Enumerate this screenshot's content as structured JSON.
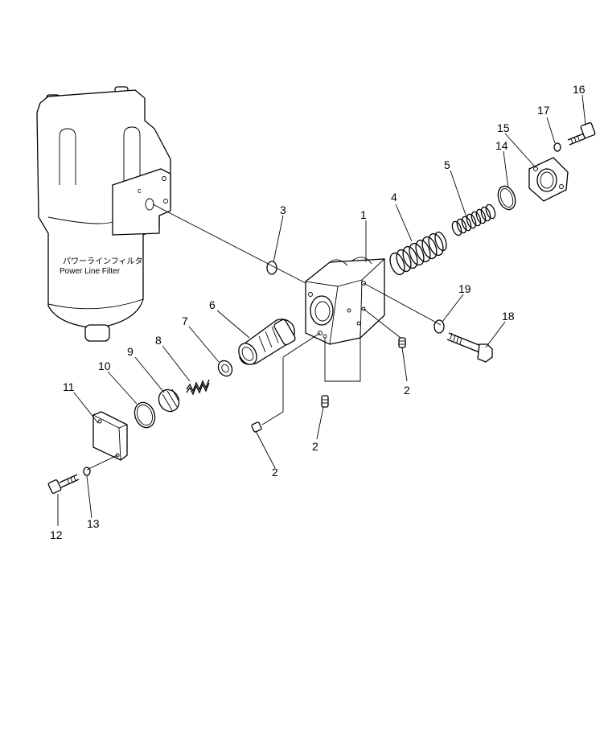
{
  "filter_label": {
    "japanese": "パワーラインフィルタ",
    "english": "Power Line Filter"
  },
  "callouts": [
    {
      "id": "c1",
      "text": "1"
    },
    {
      "id": "c2a",
      "text": "2"
    },
    {
      "id": "c2b",
      "text": "2"
    },
    {
      "id": "c2c",
      "text": "2"
    },
    {
      "id": "c3",
      "text": "3"
    },
    {
      "id": "c4",
      "text": "4"
    },
    {
      "id": "c5",
      "text": "5"
    },
    {
      "id": "c6",
      "text": "6"
    },
    {
      "id": "c7",
      "text": "7"
    },
    {
      "id": "c8",
      "text": "8"
    },
    {
      "id": "c9",
      "text": "9"
    },
    {
      "id": "c10",
      "text": "10"
    },
    {
      "id": "c11",
      "text": "11"
    },
    {
      "id": "c12",
      "text": "12"
    },
    {
      "id": "c13",
      "text": "13"
    },
    {
      "id": "c14",
      "text": "14"
    },
    {
      "id": "c15",
      "text": "15"
    },
    {
      "id": "c16",
      "text": "16"
    },
    {
      "id": "c17",
      "text": "17"
    },
    {
      "id": "c18",
      "text": "18"
    },
    {
      "id": "c19",
      "text": "19"
    }
  ]
}
